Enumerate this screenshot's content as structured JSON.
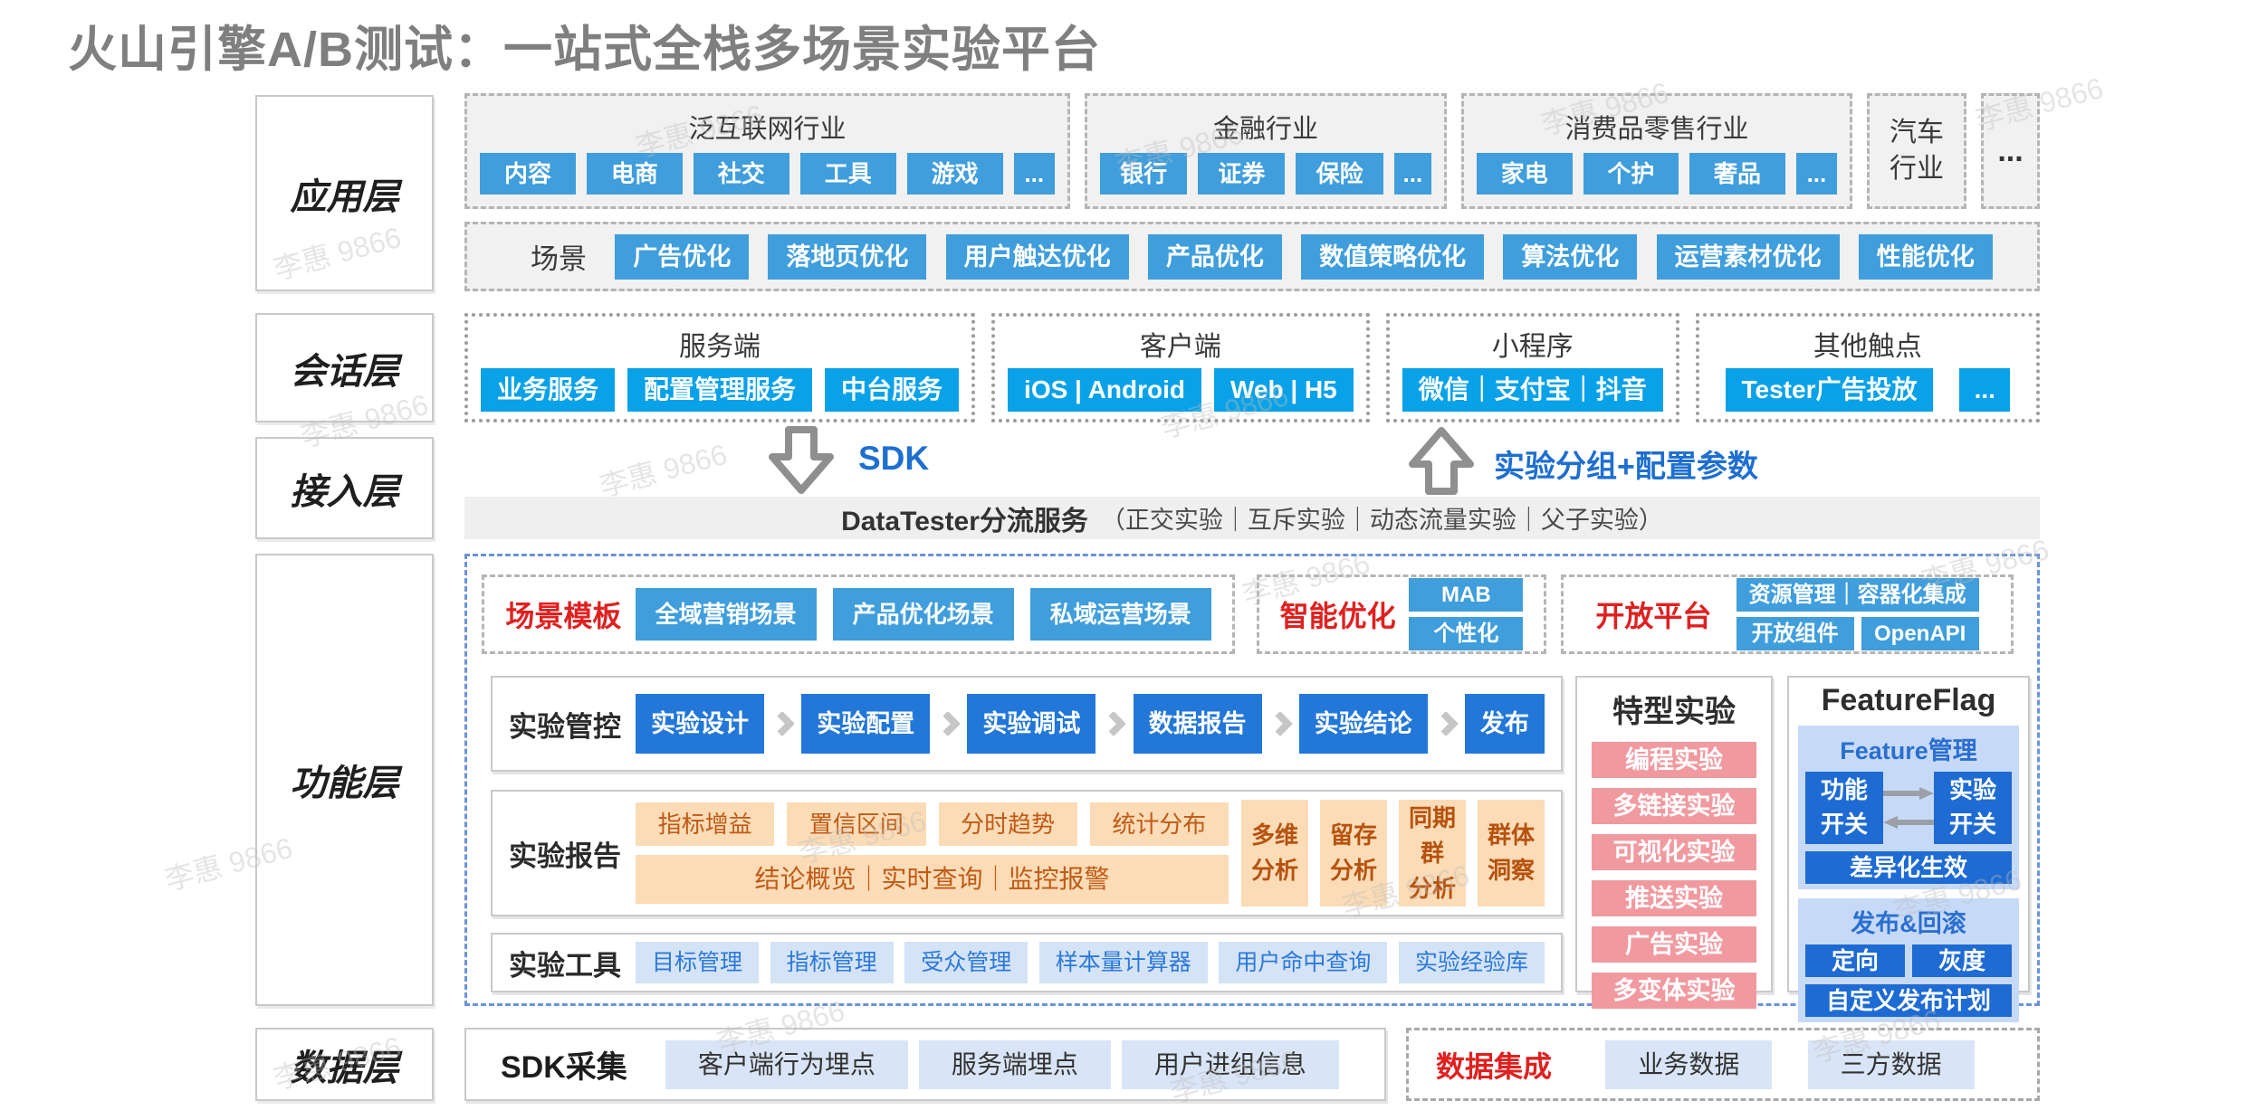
{
  "title": "火山引擎A/B测试：一站式全栈多场景实验平台",
  "watermark": "李惠 9866",
  "layers": {
    "application": "应用层",
    "session": "会话层",
    "access": "接入层",
    "function": "功能层",
    "data": "数据层"
  },
  "application_layer": {
    "industries": [
      {
        "name": "泛互联网行业",
        "items": [
          "内容",
          "电商",
          "社交",
          "工具",
          "游戏",
          "..."
        ]
      },
      {
        "name": "金融行业",
        "items": [
          "银行",
          "证券",
          "保险",
          "..."
        ]
      },
      {
        "name": "消费品零售行业",
        "items": [
          "家电",
          "个护",
          "奢品",
          "..."
        ]
      },
      {
        "name": "汽车\n行业",
        "items": []
      }
    ],
    "more_label": "...",
    "scene": {
      "label": "场景",
      "items": [
        "广告优化",
        "落地页优化",
        "用户触达优化",
        "产品优化",
        "数值策略优化",
        "算法优化",
        "运营素材优化",
        "性能优化"
      ]
    }
  },
  "session_layer": {
    "groups": [
      {
        "name": "服务端",
        "items": [
          "业务服务",
          "配置管理服务",
          "中台服务"
        ]
      },
      {
        "name": "客户端",
        "items": [
          "iOS | Android",
          "Web | H5"
        ]
      },
      {
        "name": "小程序",
        "items": [
          "微信｜支付宝｜抖音"
        ]
      },
      {
        "name": "其他触点",
        "items": [
          "Tester广告投放",
          "..."
        ]
      }
    ]
  },
  "access_layer": {
    "sdk_label": "SDK",
    "up_label": "实验分组+配置参数",
    "bar_title": "DataTester分流服务",
    "bar_detail": "（正交实验｜互斥实验｜动态流量实验｜父子实验）"
  },
  "function_layer": {
    "template_groups": [
      {
        "name": "场景模板",
        "items": [
          "全域营销场景",
          "产品优化场景",
          "私域运营场景"
        ]
      },
      {
        "name": "智能优化",
        "items": [
          "MAB",
          "个性化"
        ]
      },
      {
        "name": "开放平台",
        "wide": "资源管理｜容器化集成",
        "items": [
          "开放组件",
          "OpenAPI"
        ]
      }
    ],
    "control": {
      "label": "实验管控",
      "steps": [
        "实验设计",
        "实验配置",
        "实验调试",
        "数据报告",
        "实验结论",
        "发布"
      ]
    },
    "report": {
      "label": "实验报告",
      "metrics": [
        "指标增益",
        "置信区间",
        "分时趋势",
        "统计分布"
      ],
      "overview": "结论概览｜实时查询｜监控报警",
      "analysis": [
        "多维\n分析",
        "留存\n分析",
        "同期群\n分析",
        "群体\n洞察"
      ]
    },
    "tools": {
      "label": "实验工具",
      "items": [
        "目标管理",
        "指标管理",
        "受众管理",
        "样本量计算器",
        "用户命中查询",
        "实验经验库"
      ]
    },
    "special": {
      "title": "特型实验",
      "items": [
        "编程实验",
        "多链接实验",
        "可视化实验",
        "推送实验",
        "广告实验",
        "多变体实验"
      ]
    },
    "featureflag": {
      "title": "FeatureFlag",
      "manage": {
        "title": "Feature管理",
        "left": "功能\n开关",
        "right": "实验\n开关",
        "full": "差异化生效"
      },
      "release": {
        "title": "发布&回滚",
        "left": "定向",
        "right": "灰度",
        "full": "自定义发布计划"
      }
    }
  },
  "data_layer": {
    "sdk": {
      "label": "SDK采集",
      "items": [
        "客户端行为埋点",
        "服务端埋点",
        "用户进组信息"
      ]
    },
    "integration": {
      "label": "数据集成",
      "items": [
        "业务数据",
        "三方数据"
      ]
    }
  },
  "colors": {
    "blue": "#3f9edb",
    "cyan": "#09a2e8",
    "flow-blue": "#2277d8",
    "red": "#e02020",
    "orange-bg": "#fbdcb6",
    "orange-text": "#c05a17",
    "pink": "#f09aa0",
    "panel-blue": "#c6daf8",
    "deep-blue": "#1e6bd3",
    "link-blue": "#1e6fd0"
  }
}
